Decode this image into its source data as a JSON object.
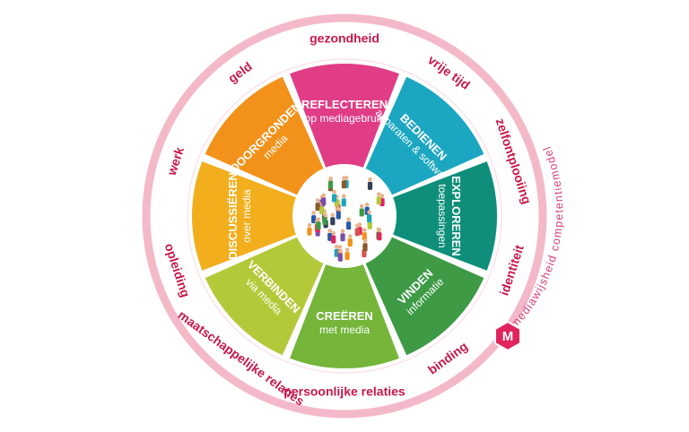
{
  "model_name": "mediawijsheid competentiemodel",
  "logo_letter": "M",
  "colors": {
    "ring": "#f4b9c8",
    "ring_text": "#c8184a",
    "logo_bg": "#e0245e"
  },
  "life_domains": [
    "gezondheid",
    "vrije tijd",
    "zelfontplooiing",
    "identiteit",
    "binding",
    "persoonlijke relaties",
    "maatschappelijke relaties",
    "opleiding",
    "werk",
    "geld"
  ],
  "competences": [
    {
      "verb": "REFLECTEREN",
      "object": "op mediagebruik",
      "color": "#e03d86"
    },
    {
      "verb": "BEDIENEN",
      "object": "apparaten & software",
      "color": "#1ba6c1"
    },
    {
      "verb": "EXPLOREREN",
      "object": "toepassingen",
      "color": "#0f8f7a"
    },
    {
      "verb": "VINDEN",
      "object": "informatie",
      "color": "#3e9a45"
    },
    {
      "verb": "CREËREN",
      "object": "met media",
      "color": "#74b53a"
    },
    {
      "verb": "VERBINDEN",
      "object": "via media",
      "color": "#b4c93a"
    },
    {
      "verb": "DISCUSSIËREN",
      "object": "over media",
      "color": "#f2ae1c"
    },
    {
      "verb": "DOORGRONDEN",
      "object": "media",
      "color": "#f2921a"
    }
  ]
}
